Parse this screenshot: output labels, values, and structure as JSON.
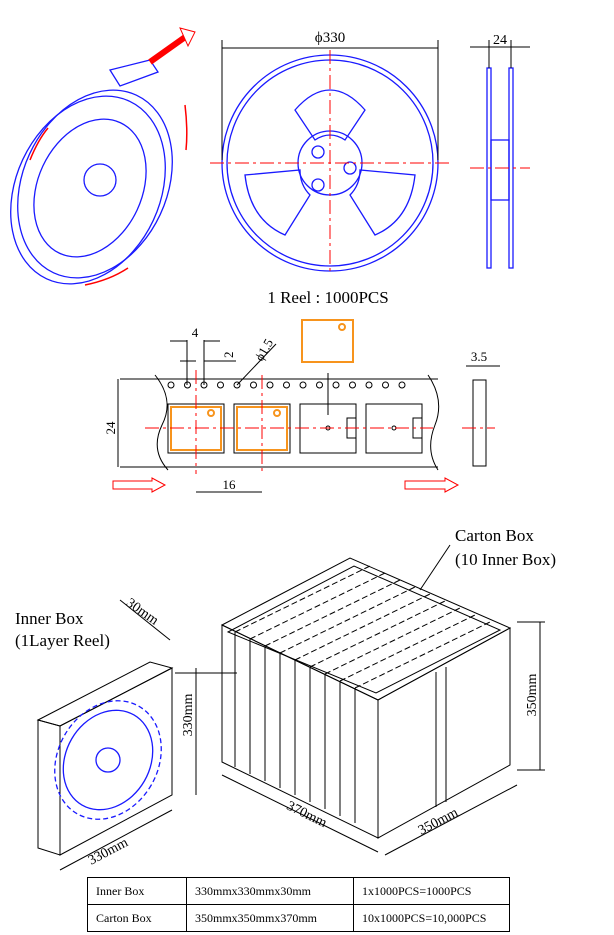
{
  "reel_section": {
    "diameter_label": "ϕ330",
    "width_label": "24",
    "caption": "1 Reel : 1000PCS"
  },
  "tape_section": {
    "pitch_label": "4",
    "hole_offset_label": "2",
    "hole_diameter_label": "ϕ1.5",
    "tape_width_label": "24",
    "pocket_pitch_label": "16",
    "tape_thickness_label": "3.5"
  },
  "box_section": {
    "carton_label_line1": "Carton Box",
    "carton_label_line2": "(10 Inner Box)",
    "inner_label_line1": "Inner Box",
    "inner_label_line2": "(1Layer Reel)",
    "inner_depth": "30mm",
    "inner_height": "330mm",
    "inner_width": "330mm",
    "carton_length": "370mm",
    "carton_width": "350mm",
    "carton_height": "350mm"
  },
  "spec_table": {
    "rows": [
      {
        "name": "Inner Box",
        "size": "330mmx330mmx30mm",
        "qty": "1x1000PCS=1000PCS"
      },
      {
        "name": "Carton Box",
        "size": "350mmx350mmx370mm",
        "qty": "10x1000PCS=10,000PCS"
      }
    ]
  },
  "colors": {
    "reel": "#1a1aff",
    "centerline": "#ff0000",
    "component": "#f7941d"
  }
}
